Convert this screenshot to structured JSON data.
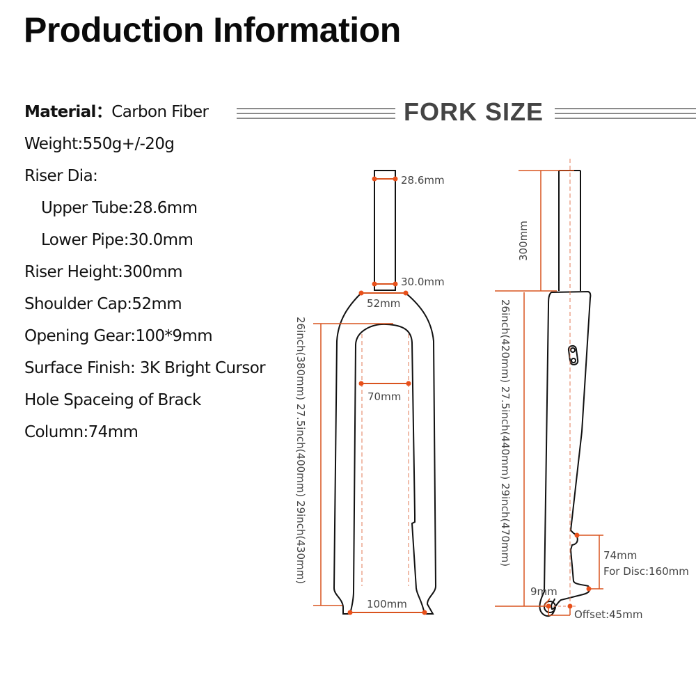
{
  "title": "Production Information",
  "specs": [
    {
      "label": "Material",
      "sep": "：",
      "value": "Carbon Fiber",
      "bold_label": true
    },
    {
      "text": "Weight:550g+/-20g"
    },
    {
      "text": "Riser Dia:"
    },
    {
      "text": "Upper Tube:28.6mm",
      "indent": true
    },
    {
      "text": "Lower Pipe:30.0mm",
      "indent": true
    },
    {
      "text": "Riser Height:300mm"
    },
    {
      "text": "Shoulder Cap:52mm"
    },
    {
      "text": "Opening Gear:100*9mm"
    },
    {
      "text": "Surface Finish: 3K Bright Cursor"
    },
    {
      "text": "Hole Spaceing of Brack"
    },
    {
      "text": "Column:74mm"
    }
  ],
  "fork_size_header": "FORK SIZE",
  "colors": {
    "dimension_line": "#d9531e",
    "dimension_dot": "#e8501a",
    "outline": "#111111",
    "header_text": "#444444",
    "header_lines": "#8a8a8a"
  },
  "front_view": {
    "steerer_top_dia": "28.6mm",
    "steerer_bottom_dia": "30.0mm",
    "crown_width": "52mm",
    "inner_width": "70mm",
    "axle_spacing": "100mm",
    "axle_to_crown": "26inch(380mm) 27.5inch(400mm) 29inch(430mm)"
  },
  "side_view": {
    "steerer_length": "300mm",
    "axle_to_crown": "26inch(420mm) 27.5inch(440mm) 29inch(470mm)",
    "disc_mount_spacing": "74mm",
    "disc_rotor": "For Disc:160mm",
    "axle_dia": "9mm",
    "offset": "Offset:45mm"
  }
}
